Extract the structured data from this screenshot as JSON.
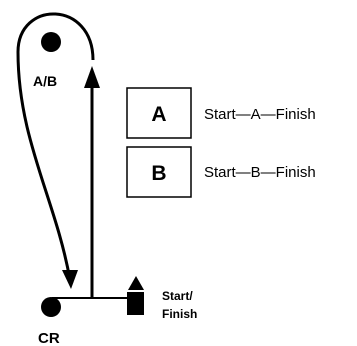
{
  "points": {
    "ab": "A/B",
    "cr": "CR",
    "start_finish_line1": "Start/",
    "start_finish_line2": "Finish"
  },
  "legend": [
    {
      "letter": "A",
      "route": "Start—A—Finish"
    },
    {
      "letter": "B",
      "route": "Start—B—Finish"
    }
  ]
}
